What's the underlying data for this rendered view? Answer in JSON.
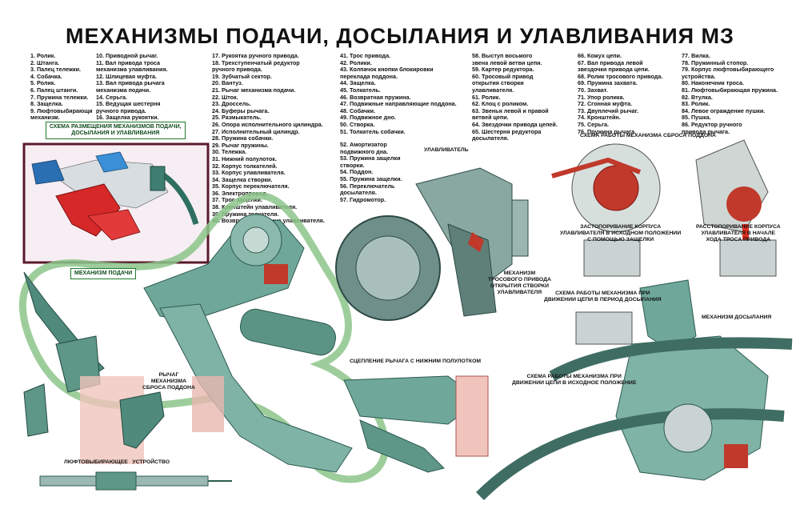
{
  "title": "МЕХАНИЗМЫ ПОДАЧИ, ДОСЫЛАНИЯ И УЛАВЛИВАНИЯ МЗ",
  "legend": [
    [
      "1. Ролик.",
      "2. Штанга.",
      "3. Палец тележки.",
      "4. Собачка.",
      "5. Ролик.",
      "6. Палец штанги.",
      "7. Пружина тележки.",
      "8. Защелка.",
      "9. Люфтовыбирающий",
      "   механизм."
    ],
    [
      "10. Приводной рычаг.",
      "11. Вал привода троса",
      "   механизма улавливания.",
      "12. Шлицевая муфта.",
      "13. Вал привода рычага",
      "   механизма подачи.",
      "14. Серьга.",
      "15. Ведущая шестерня",
      "   ручного привода.",
      "16. Защелка рукоятки."
    ],
    [
      "17. Рукоятка ручного привода.",
      "18. Трехступенчатый редуктор",
      "   ручного привода.",
      "19. Зубчатый сектор.",
      "20. Вантуз.",
      "21. Рычаг механизма подачи.",
      "22. Шток.",
      "23. Дроссель.",
      "24. Буферы рычага.",
      "25. Размыкатель.",
      "26. Опора исполнительного цилиндра.",
      "27. Исполнительный цилиндр.",
      "28. Пружина собачки.",
      "29. Рычаг пружины.",
      "30. Тележка.",
      "31. Нижний полулоток.",
      "32. Корпус толкателей.",
      "33. Корпус улавливателя.",
      "34. Защелка створки.",
      "35. Корпус переключателя.",
      "36. Электропровод.",
      "37. Трос защелки.",
      "38. Кронштейн улавливателя.",
      "39. Пружина толкателя.",
      "40. Возвратная пружина улавливателя."
    ],
    [
      "41. Трос привода.",
      "42. Ролики.",
      "43. Колпачок кнопки блокировки",
      "   переклада поддона.",
      "44. Защелка.",
      "45. Толкатель.",
      "46. Возвратная пружина.",
      "47. Подвижные направляющие поддона.",
      "48. Собачки.",
      "49. Подвижное дно.",
      "50. Створка.",
      "51. Толкатель собачки."
    ],
    [
      "52. Амортизатор",
      "   подвижного дна.",
      "53. Пружина защелки",
      "   створки.",
      "54. Поддон.",
      "55. Пружина защелки.",
      "56. Переключатель",
      "   досылателя.",
      "57. Гидромотор."
    ],
    [
      "58. Выступ восьмого",
      "   звена левой ветви цепи.",
      "59. Картер редуктора.",
      "60. Тросовый привод",
      "   открытия створки",
      "   улавливателя.",
      "61. Ролик.",
      "62. Клоц с роликом.",
      "63. Звенья левой и правой",
      "   ветвей цепи.",
      "64. Звездочки привода цепей.",
      "65. Шестерня редуктора",
      "   досылателя."
    ],
    [
      "66. Кожух цепи.",
      "67. Вал привода левой",
      "   звездочки привода цепи.",
      "68. Ролик тросового привода.",
      "69. Пружина захвата.",
      "70. Захват.",
      "71. Упор ролика.",
      "72. Сгонная муфта.",
      "73. Двуплечий рычаг.",
      "74. Кронштейн.",
      "75. Серьга.",
      "76. Пружина рычага."
    ],
    [
      "77. Вилка.",
      "78. Пружинный стопор.",
      "79. Корпус люфтовыбирающего",
      "   устройства.",
      "80. Наконечник троса.",
      "81. Люфтовыбирающая пружина.",
      "82. Втулка.",
      "83. Ролик.",
      "84. Левое ограждение пушки.",
      "85. Пушка.",
      "86. Редуктор ручного",
      "   привода рычага."
    ]
  ],
  "labels": {
    "scheme_box": "СХЕМА РАЗМЕЩЕНИЯ МЕХАНИЗМОВ ПОДАЧИ,\nДОСЫЛАНИЯ И УЛАВЛИВАНИЯ",
    "feed": "МЕХАНИЗМ ПОДАЧИ",
    "catcher": "УЛАВЛИВАТЕЛЬ",
    "tray_drop_scheme": "СХЕМА РАБОТЫ МЕХАНИЗМА СБРОСА ПОДДОНА",
    "lock_catcher": "ЗАСТОПОРИВАНИЕ КОРПУСА\nУЛАВЛИВАТЕЛЯ В ИСХОДНОМ ПОЛОЖЕНИИ\nС ПОМОЩЬЮ ЗАЩЕЛКИ",
    "unlock_catcher": "РАССТОПОРИВАНИЕ КОРПУСА\nУЛАВЛИВАТЕЛЯ В НАЧАЛЕ\nХОДА ТРОСА ПРИВОДА",
    "cable_drive": "МЕХАНИЗМ\nТРОСОВОГО ПРИВОДА\nОТКРЫТИЯ СТВОРКИ\nУЛАВЛИВАТЕЛЯ",
    "chain_ramming": "СХЕМА РАБОТЫ МЕХАНИЗМА ПРИ\nДВИЖЕНИИ ЦЕПИ В ПЕРИОД ДОСЫЛАНИЯ",
    "rammer": "МЕХАНИЗМ ДОСЫЛАНИЯ",
    "lever_coupling": "СЦЕПЛЕНИЕ РЫЧАГА С НИЖНИМ ПОЛУЛОТКОМ",
    "chain_initial": "СХЕМА РАБОТЫ МЕХАНИЗМА ПРИ\nДВИЖЕНИИ ЦЕПИ В ИСХОДНОЕ ПОЛОЖЕНИЕ",
    "tray_drop_lever": "РЫЧАГ\nМЕХАНИЗМА\nСБРОСА ПОДДОНА",
    "backlash": "ЛЮФТОВЫБИРАЮЩЕЕ   УСТРОЙСТВО"
  }
}
